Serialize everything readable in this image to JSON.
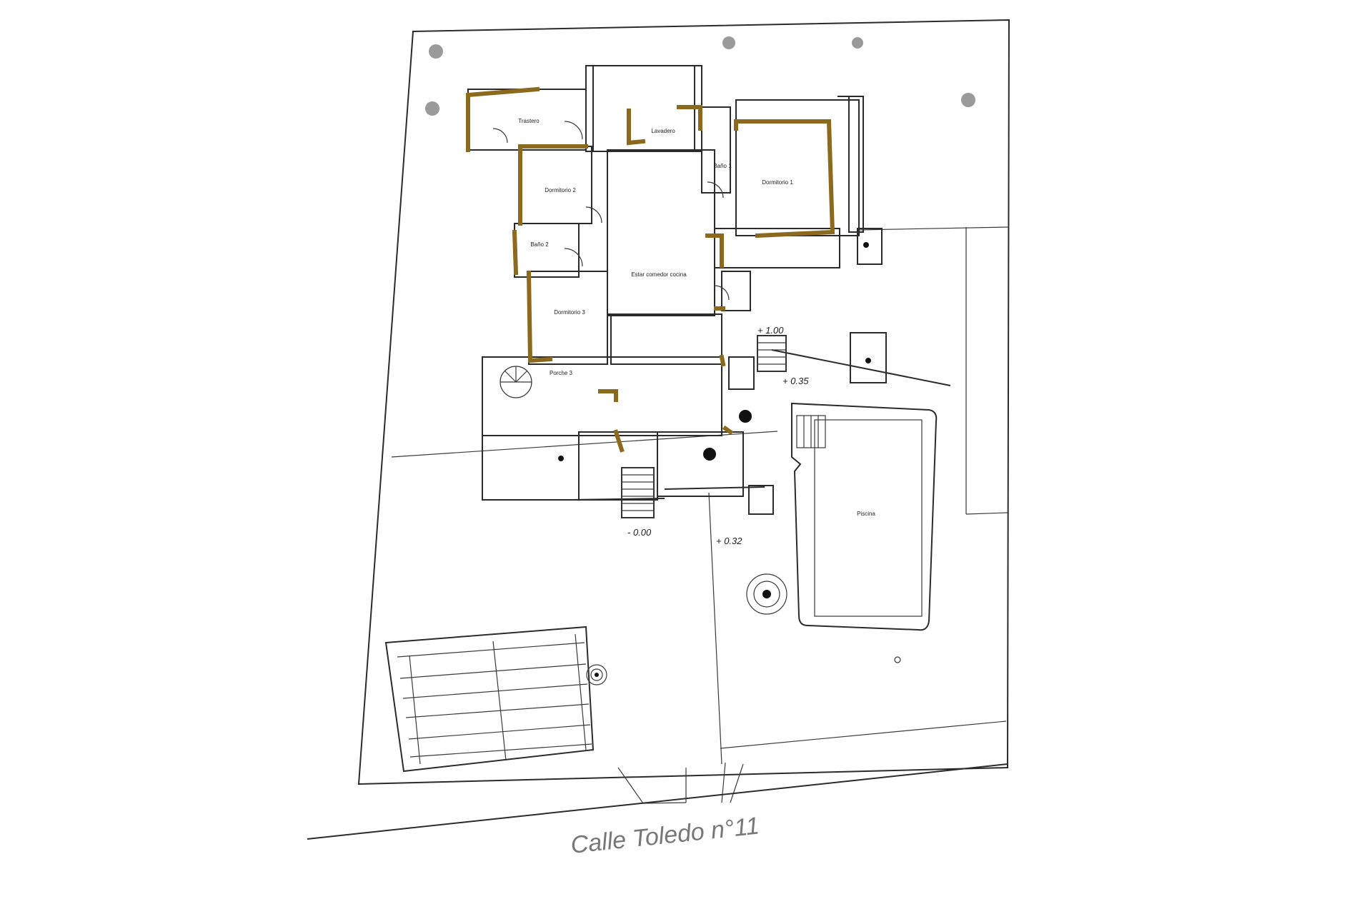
{
  "rooms": {
    "trastero": "Trastero",
    "lavadero": "Lavadero",
    "dormitorio_1": "Dormitorio 1",
    "dormitorio_2": "Dormitorio 2",
    "dormitorio_3": "Dormitorio 3",
    "bano_1": "Baño 1",
    "bano_2": "Baño 2",
    "estar": "Estar comedor cocina",
    "porche": "Porche 3",
    "piscina": "Piscina"
  },
  "levels": {
    "l1": "+ 1.00",
    "l2": "+ 0.35",
    "l3": "- 0.00",
    "l4": "+ 0.32"
  },
  "street": "Calle Toledo n°11",
  "colors": {
    "wall_highlight": "#8b6a1e",
    "lines": "#2b2b2b",
    "street_text": "#777777"
  }
}
